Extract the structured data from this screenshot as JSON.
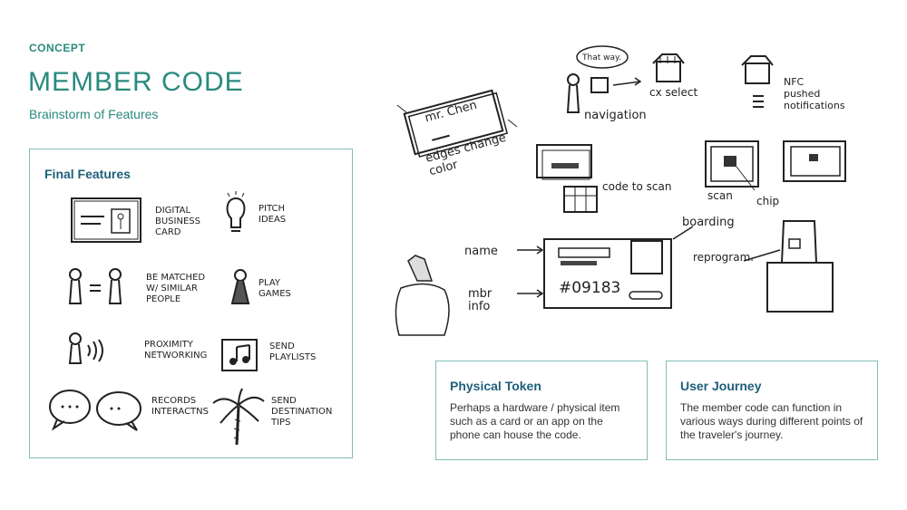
{
  "header": {
    "section_label": "CONCEPT",
    "title": "MEMBER CODE",
    "subtitle": "Brainstorm of Features"
  },
  "final_features": {
    "title": "Final Features",
    "items": [
      {
        "label": "DIGITAL\nBUSINESS\nCARD",
        "icon": "business-card-icon"
      },
      {
        "label": "PITCH\nIDEAS",
        "icon": "lightbulb-icon"
      },
      {
        "label": "BE MATCHED\nW/ SIMILAR\nPEOPLE",
        "icon": "match-people-icon"
      },
      {
        "label": "PLAY\nGAMES",
        "icon": "game-piece-icon"
      },
      {
        "label": "PROXIMITY\nNETWORKING",
        "icon": "proximity-icon"
      },
      {
        "label": "SEND\nPLAYLISTS",
        "icon": "music-icon"
      },
      {
        "label": "RECORDS\nINTERACTNS",
        "icon": "chat-bubbles-icon"
      },
      {
        "label": "SEND\nDESTINATION\nTIPS",
        "icon": "palm-tree-icon"
      }
    ]
  },
  "sketches": {
    "card_name": "mr. Chen",
    "card_caption": "edges change\ncolor",
    "speech": "That way.",
    "cx_select": "cx select",
    "navigation": "navigation",
    "nfc": "NFC\npushed\nnotifications",
    "code_to_scan": "code to scan",
    "scan": "scan",
    "chip": "chip",
    "boarding": "boarding",
    "name": "name",
    "mbr_info": "mbr\ninfo",
    "code_number": "#09183",
    "reprogram": "reprogram."
  },
  "physical_token": {
    "title": "Physical Token",
    "text": "Perhaps a hardware / physical item such as a card or an app on the phone can house the code."
  },
  "user_journey": {
    "title": "User Journey",
    "text": "The member code can function in various ways during different points of the traveler's journey."
  }
}
